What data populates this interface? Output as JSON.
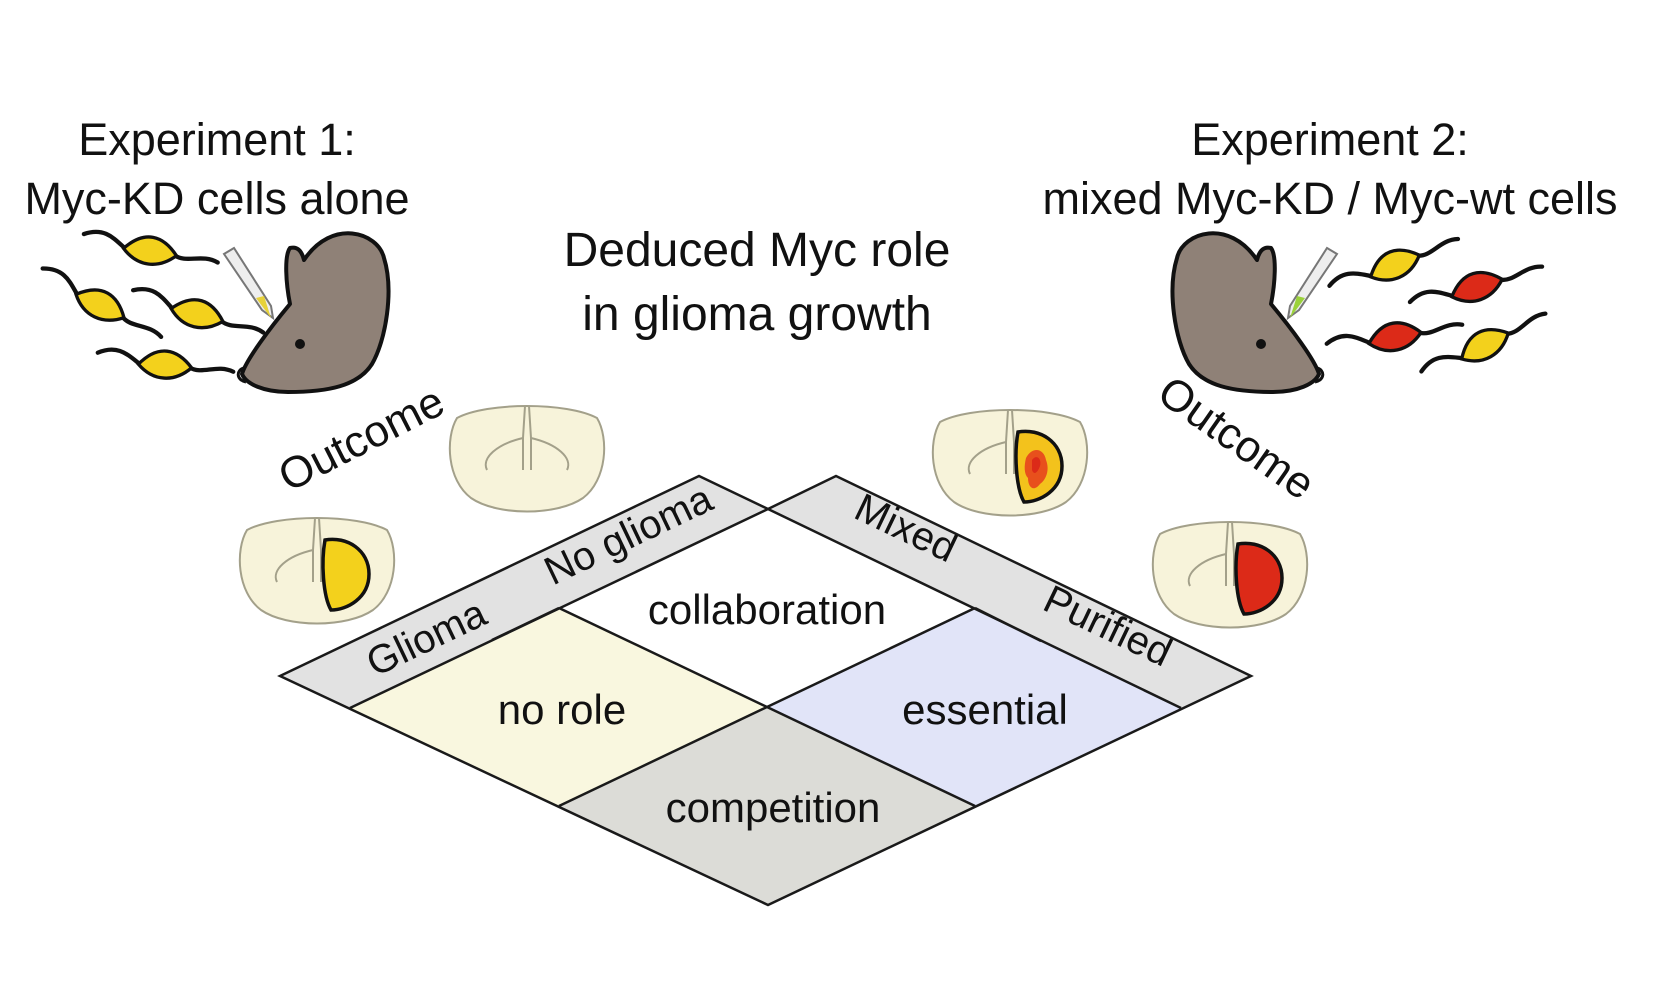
{
  "title": {
    "line1": "Deduced Myc role",
    "line2": "in glioma growth"
  },
  "experiment1": {
    "line1": "Experiment 1:",
    "line2": "Myc-KD cells alone",
    "outcome_label": "Outcome"
  },
  "experiment2": {
    "line1": "Experiment 2:",
    "line2": "mixed Myc-KD / Myc-wt cells",
    "outcome_label": "Outcome"
  },
  "axes": {
    "left": {
      "glioma": "Glioma",
      "no_glioma": "No glioma"
    },
    "right": {
      "mixed": "Mixed",
      "purified": "Purified"
    }
  },
  "cells": {
    "top": "collaboration",
    "left": "no role",
    "right": "essential",
    "bottom": "competition"
  },
  "colors": {
    "axis_band": "#e2e2e2",
    "no_role": "#f9f7df",
    "essential": "#e1e4f8",
    "competition": "#dcdcd7",
    "collaboration": "#ffffff",
    "myc_kd_cell": "#f3d11c",
    "myc_wt_cell": "#dc2a18",
    "mouse": "#8f8177",
    "brain": "#f7f3da",
    "syringe_left": "#e7d23a",
    "syringe_right": "#9bd23a"
  },
  "icons": [
    "mouse-icon",
    "syringe-icon",
    "cell-icon",
    "brain-section-icon"
  ]
}
